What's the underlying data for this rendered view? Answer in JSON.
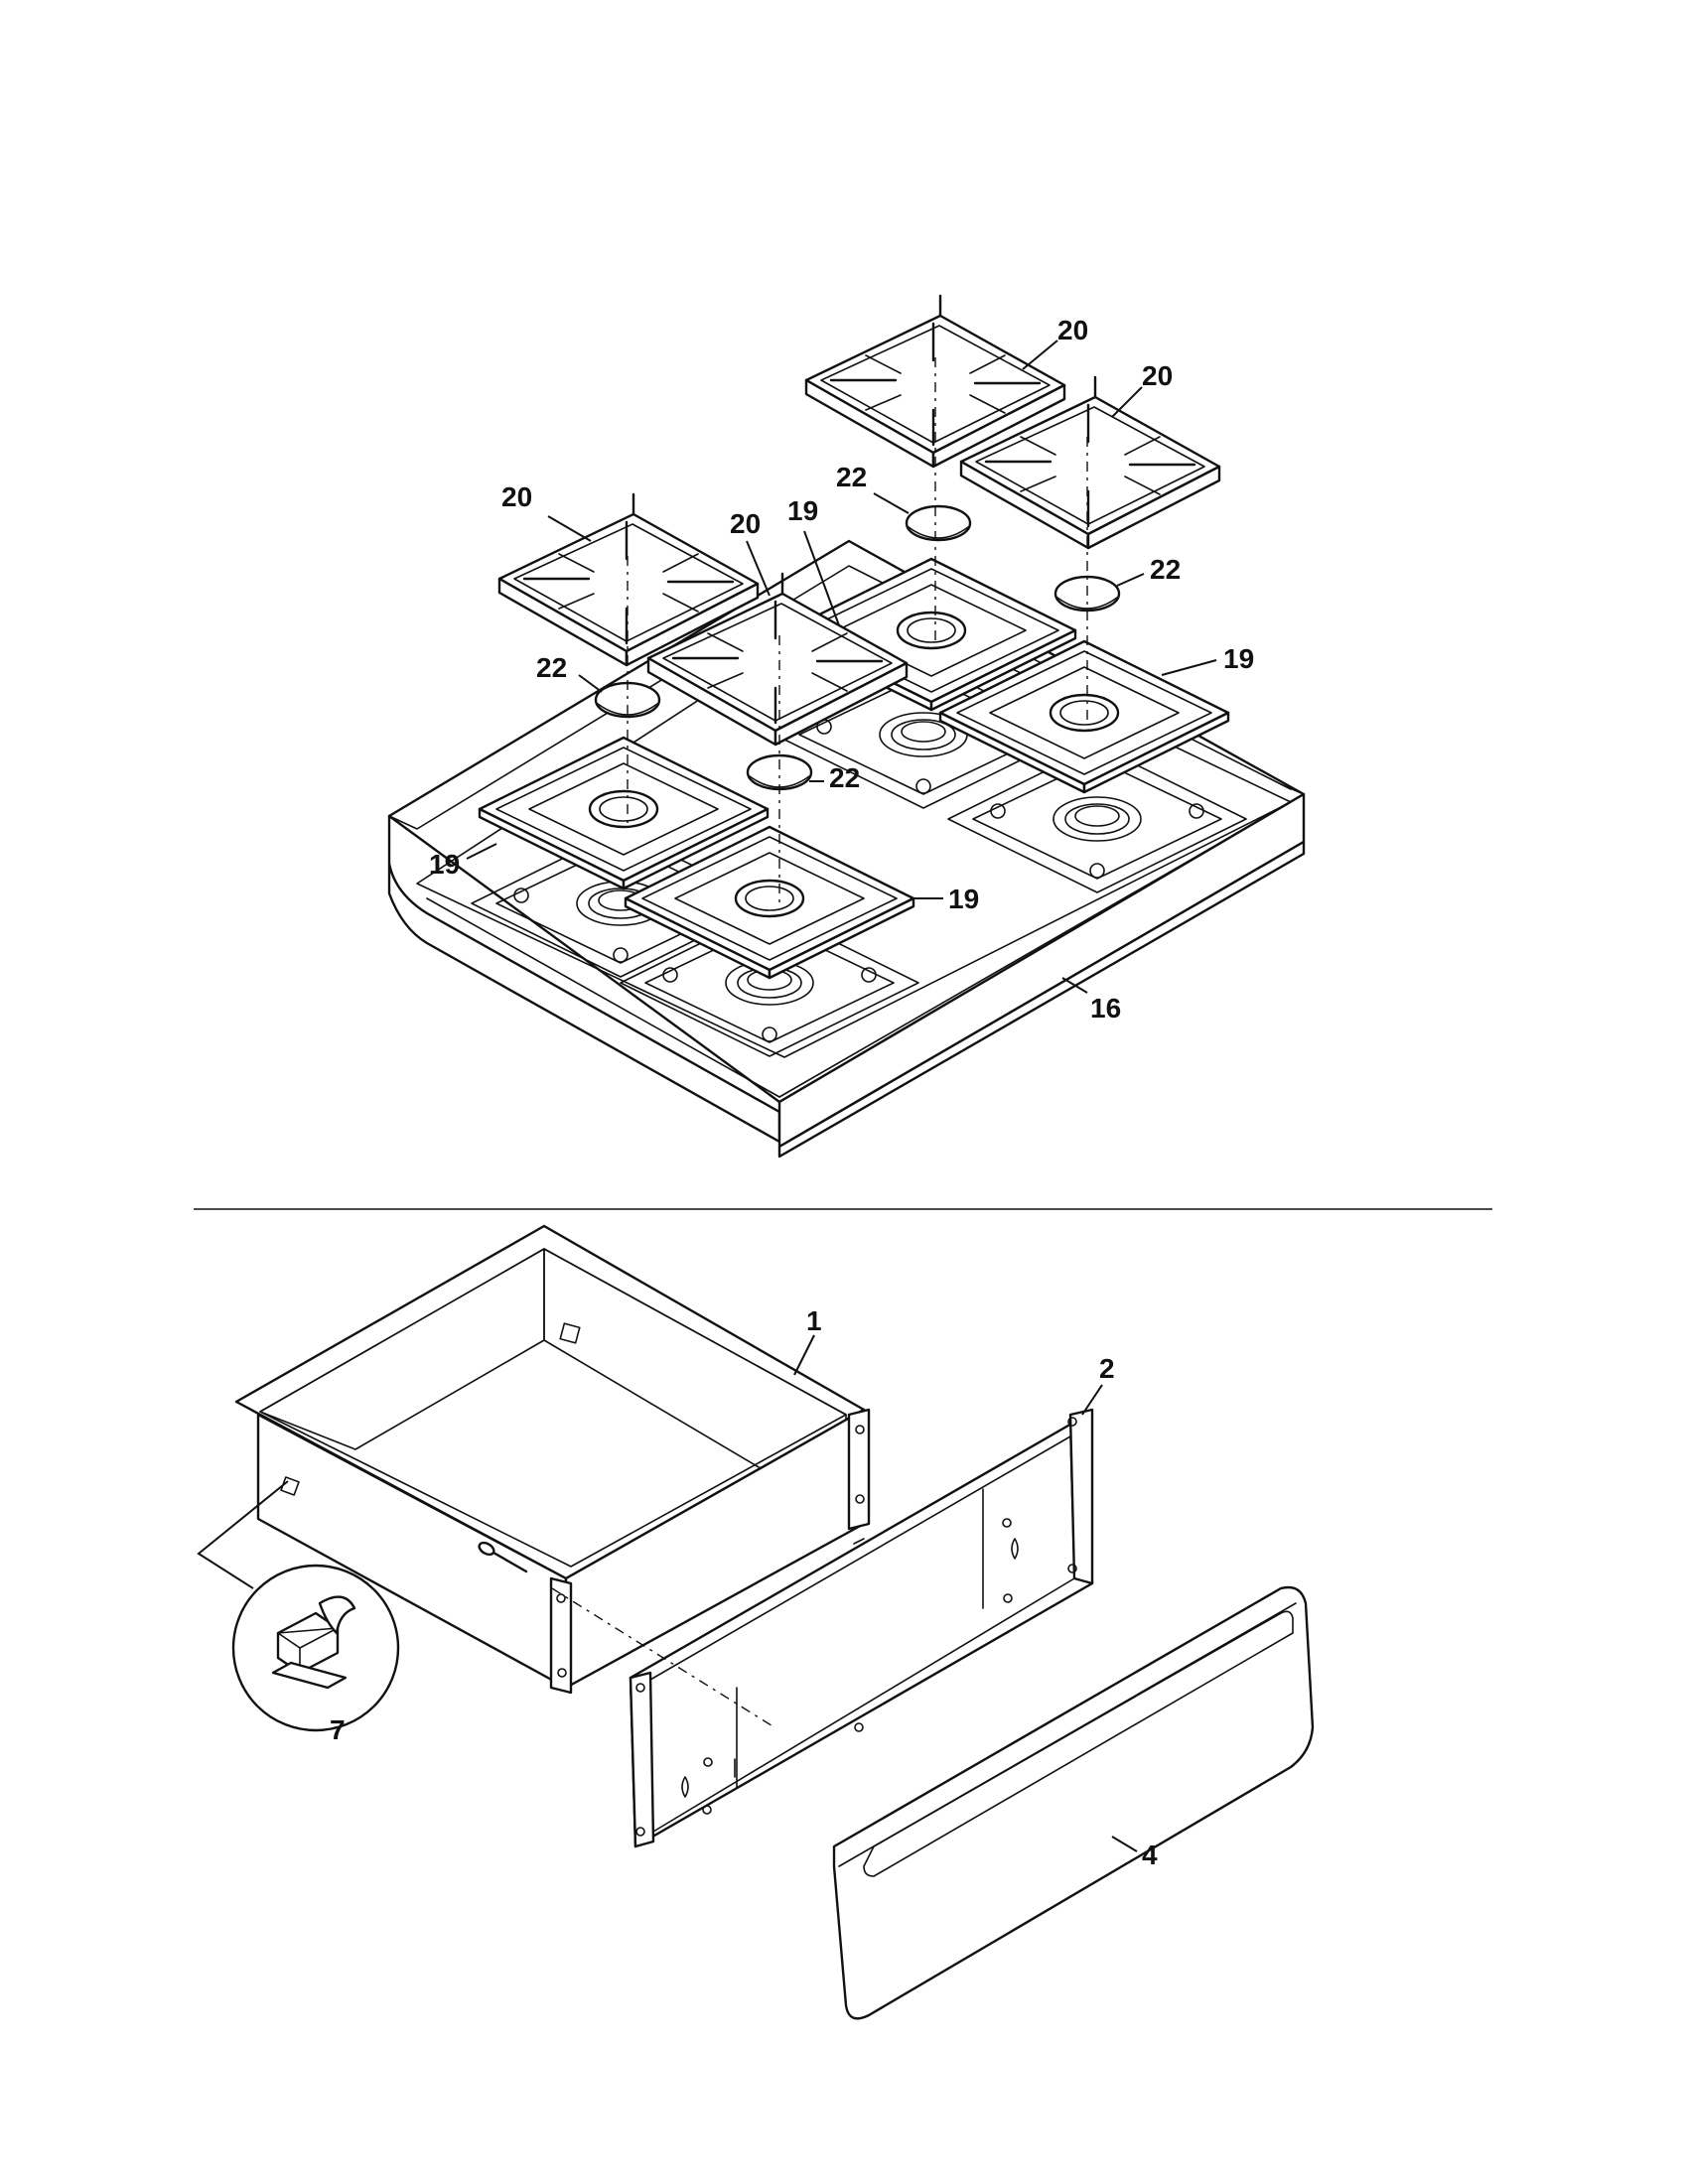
{
  "callouts": {
    "part_20_a": "20",
    "part_20_b": "20",
    "part_20_c": "20",
    "part_20_d": "20",
    "part_19_a": "19",
    "part_19_b": "19",
    "part_19_c": "19",
    "part_19_d": "19",
    "part_22_a": "22",
    "part_22_b": "22",
    "part_22_c": "22",
    "part_22_d": "22",
    "part_16": "16",
    "part_1": "1",
    "part_2": "2",
    "part_4": "4",
    "part_7": "7"
  }
}
